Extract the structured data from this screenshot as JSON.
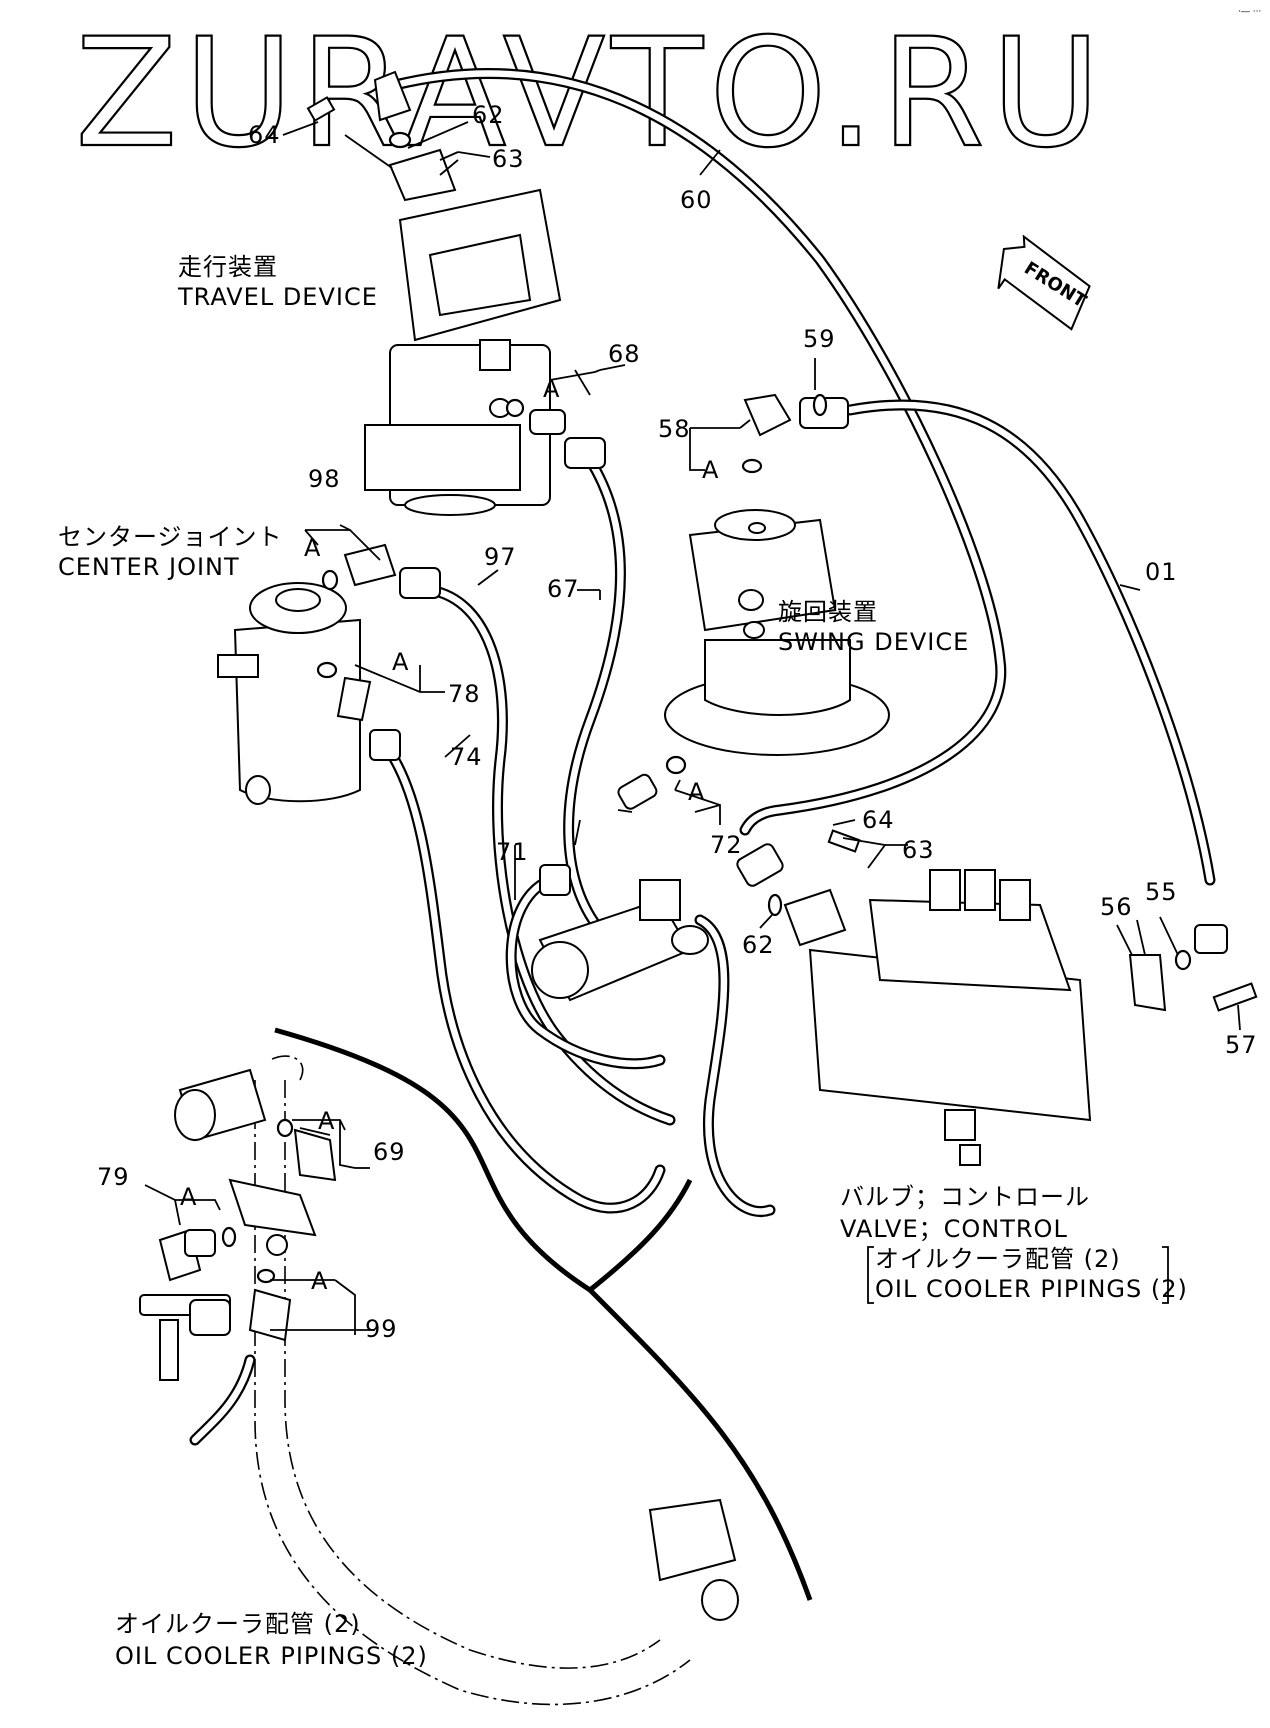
{
  "watermark": "ZURAVTO.RU",
  "corner_mark": "·― ···",
  "front_arrow_label": "FRONT",
  "callouts": {
    "p64_top": "64",
    "p62_top": "62",
    "p63_top": "63",
    "p60": "60",
    "p68": "68",
    "p59": "59",
    "p58": "58",
    "p98": "98",
    "p97": "97",
    "p67": "67",
    "p01": "01",
    "p78": "78",
    "p74": "74",
    "p64_mid": "64",
    "p63_mid": "63",
    "p56": "56",
    "p55": "55",
    "p72": "72",
    "p71": "71",
    "p62_mid": "62",
    "p57": "57",
    "p69": "69",
    "p79": "79",
    "p99": "99"
  },
  "a_marks": {
    "a68": "A",
    "a58": "A",
    "a98": "A",
    "a78": "A",
    "a72": "A",
    "a69": "A",
    "a79": "A",
    "a99": "A"
  },
  "components": {
    "travel_device_jp": "走行装置",
    "travel_device_en": "TRAVEL  DEVICE",
    "center_joint_jp": "センタージョイント",
    "center_joint_en": "CENTER  JOINT",
    "swing_device_jp": "旋回装置",
    "swing_device_en": "SWING  DEVICE",
    "valve_jp": "バルブ；コントロール",
    "valve_en": "VALVE；CONTROL",
    "oil_cooler_jp_bracket": "オイルクーラ配管 (2)",
    "oil_cooler_en_bracket": "OIL  COOLER  PIPINGS (2)",
    "oil_cooler_jp": "オイルクーラ配管 (2)",
    "oil_cooler_en": "OIL  COOLER  PIPINGS (2)"
  }
}
